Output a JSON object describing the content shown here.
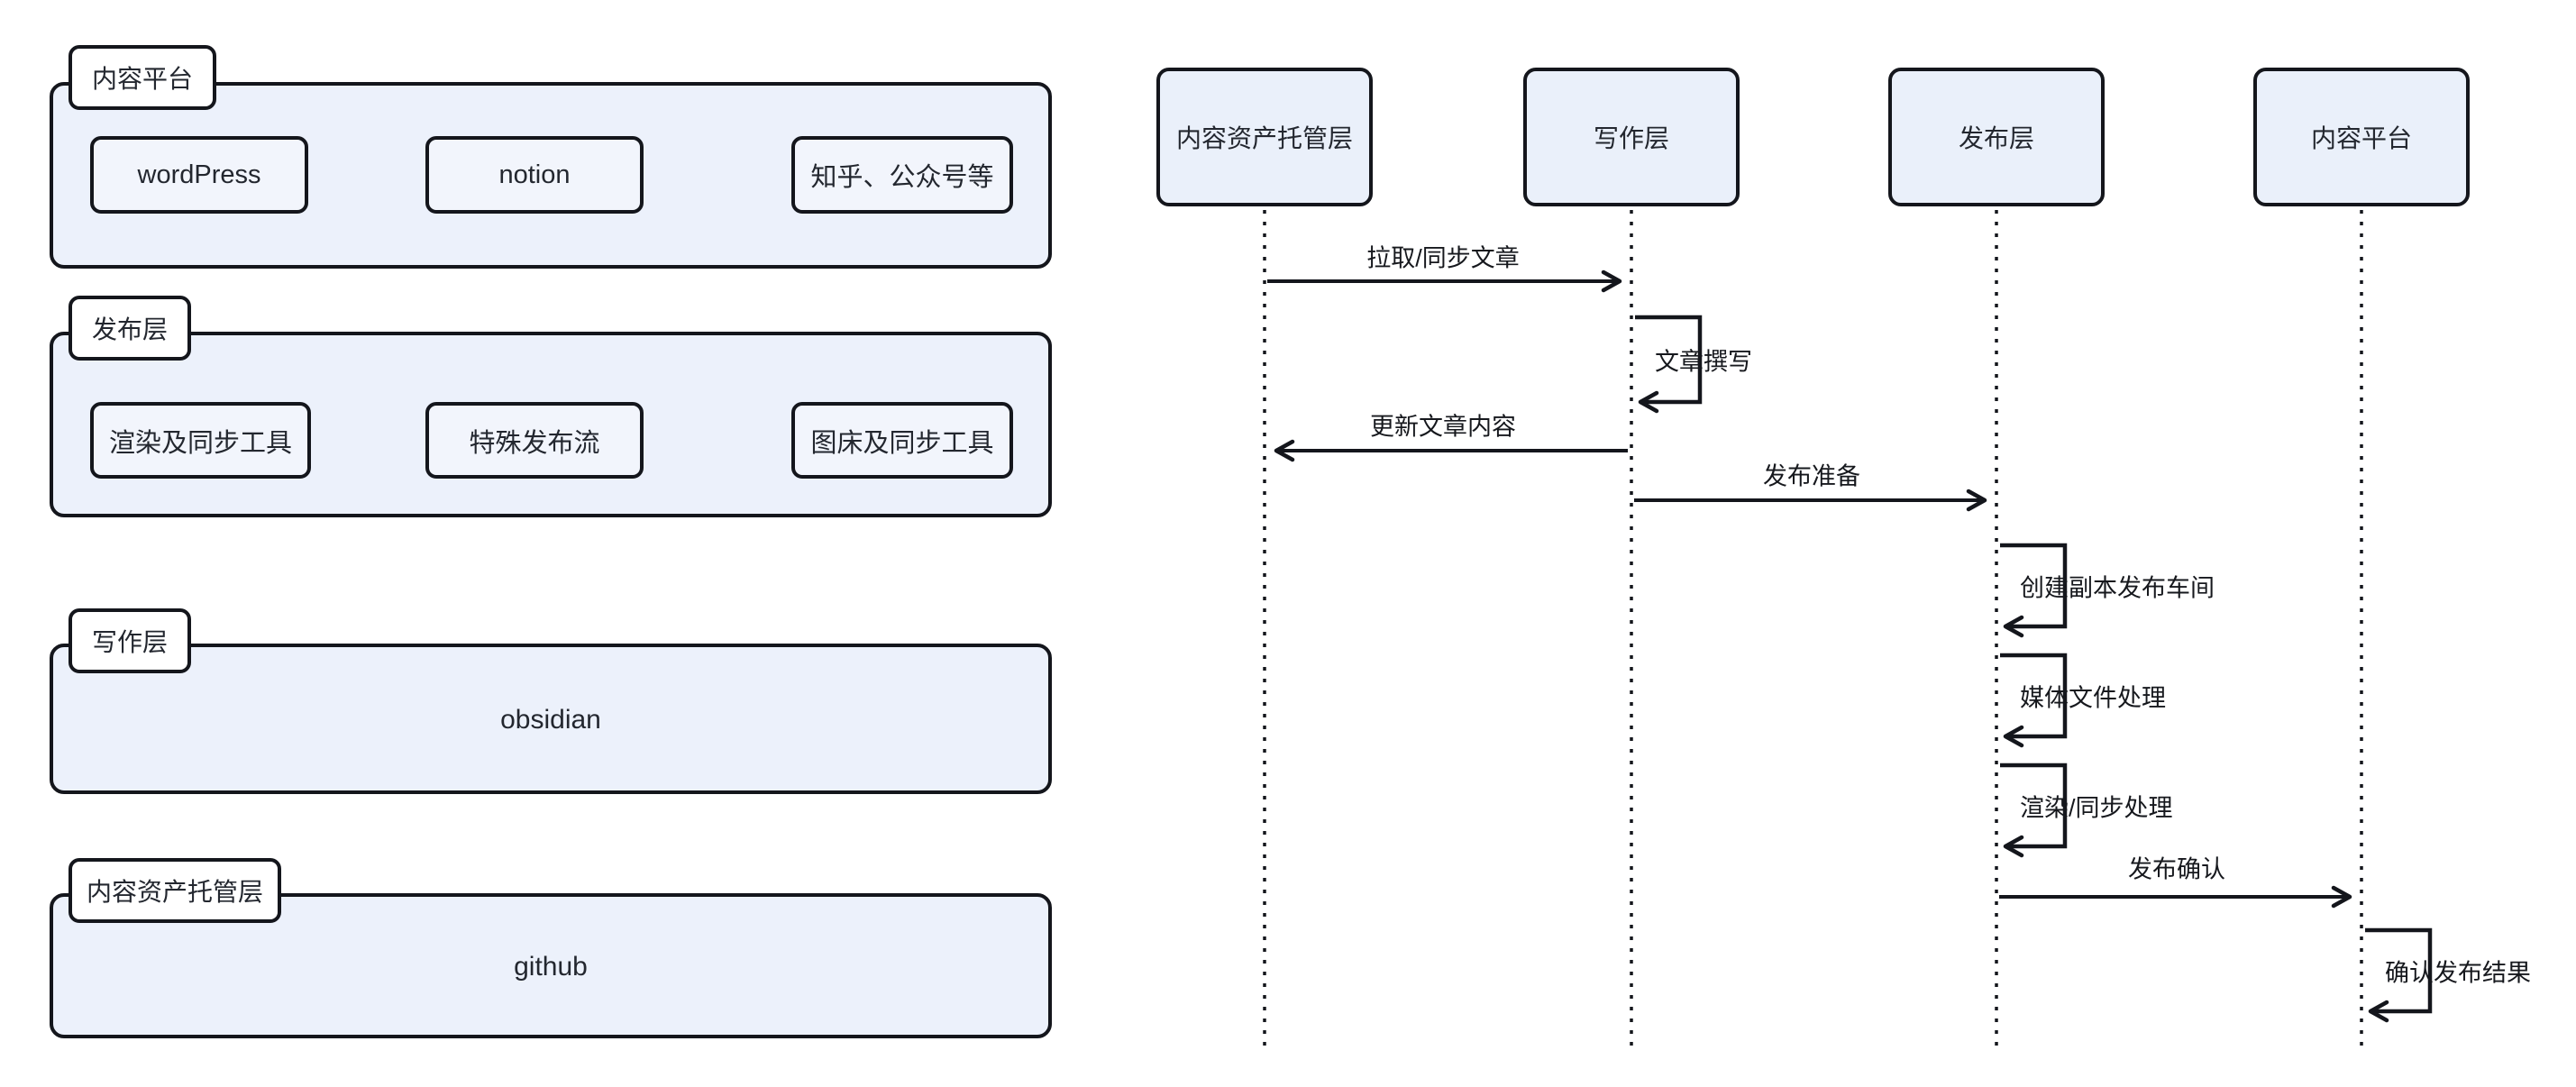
{
  "colors": {
    "background": "#FFFFFF",
    "panel_fill": "#ECF1FB",
    "node_fill": "#F2F5FC",
    "actor_fill": "#EAF0FA",
    "tab_fill": "#FFFFFF",
    "border": "#14161C",
    "text": "#23272F",
    "line": "#14161C"
  },
  "left_groups": [
    {
      "label": "内容平台",
      "items": [
        "wordPress",
        "notion",
        "知乎、公众号等"
      ]
    },
    {
      "label": "发布层",
      "items": [
        "渲染及同步工具",
        "特殊发布流",
        "图床及同步工具"
      ]
    },
    {
      "label": "写作层",
      "items": [
        "obsidian"
      ]
    },
    {
      "label": "内容资产托管层",
      "items": [
        "github"
      ]
    }
  ],
  "sequence": {
    "actors": [
      "内容资产托管层",
      "写作层",
      "发布层",
      "内容平台"
    ],
    "messages": [
      {
        "from": "内容资产托管层",
        "to": "写作层",
        "label": "拉取/同步文章",
        "type": "arrow"
      },
      {
        "from": "写作层",
        "to": "写作层",
        "label": "文章撰写",
        "type": "self"
      },
      {
        "from": "写作层",
        "to": "内容资产托管层",
        "label": "更新文章内容",
        "type": "arrow"
      },
      {
        "from": "写作层",
        "to": "发布层",
        "label": "发布准备",
        "type": "arrow"
      },
      {
        "from": "发布层",
        "to": "发布层",
        "label": "创建副本发布车间",
        "type": "self"
      },
      {
        "from": "发布层",
        "to": "发布层",
        "label": "媒体文件处理",
        "type": "self"
      },
      {
        "from": "发布层",
        "to": "发布层",
        "label": "渲染/同步处理",
        "type": "self"
      },
      {
        "from": "发布层",
        "to": "内容平台",
        "label": "发布确认",
        "type": "arrow"
      },
      {
        "from": "内容平台",
        "to": "内容平台",
        "label": "确认发布结果",
        "type": "self"
      }
    ]
  }
}
